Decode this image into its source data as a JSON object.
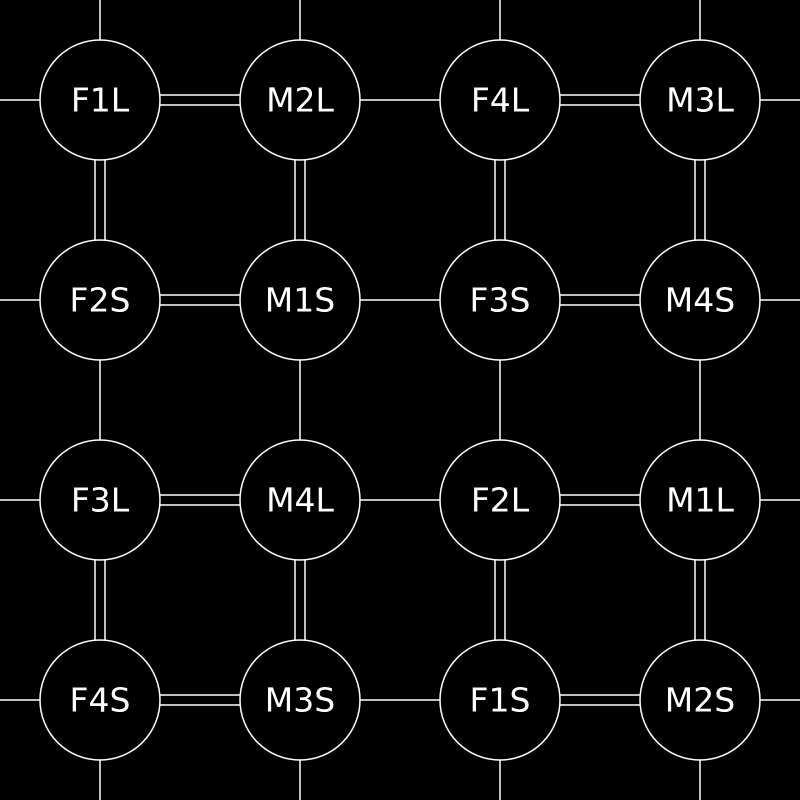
{
  "colors": {
    "background": "#000000",
    "stroke": "#ffffff",
    "text": "#ffffff"
  },
  "grid": {
    "rows": [
      [
        "F1L",
        "M2L",
        "F4L",
        "M3L"
      ],
      [
        "F2S",
        "M1S",
        "F3S",
        "M4S"
      ],
      [
        "F3L",
        "M4L",
        "F2L",
        "M1L"
      ],
      [
        "F4S",
        "M3S",
        "F1S",
        "M2S"
      ]
    ]
  },
  "double_edges": [
    [
      "F1L",
      "M2L"
    ],
    [
      "F4L",
      "M3L"
    ],
    [
      "F2S",
      "M1S"
    ],
    [
      "F3S",
      "M4S"
    ],
    [
      "F3L",
      "M4L"
    ],
    [
      "F2L",
      "M1L"
    ],
    [
      "F4S",
      "M3S"
    ],
    [
      "F1S",
      "M2S"
    ],
    [
      "F1L",
      "F2S"
    ],
    [
      "M2L",
      "M1S"
    ],
    [
      "F4L",
      "F3S"
    ],
    [
      "M3L",
      "M4S"
    ],
    [
      "F3L",
      "F4S"
    ],
    [
      "M4L",
      "M3S"
    ],
    [
      "F2L",
      "F1S"
    ],
    [
      "M1L",
      "M2S"
    ]
  ],
  "single_edges": [
    [
      "M2L",
      "F4L"
    ],
    [
      "M1S",
      "F3S"
    ],
    [
      "M4L",
      "F2L"
    ],
    [
      "M3S",
      "F1S"
    ],
    [
      "F2S",
      "F3L"
    ],
    [
      "M1S",
      "M4L"
    ],
    [
      "F3S",
      "F2L"
    ],
    [
      "M4S",
      "M1L"
    ]
  ],
  "wraps_around": true
}
